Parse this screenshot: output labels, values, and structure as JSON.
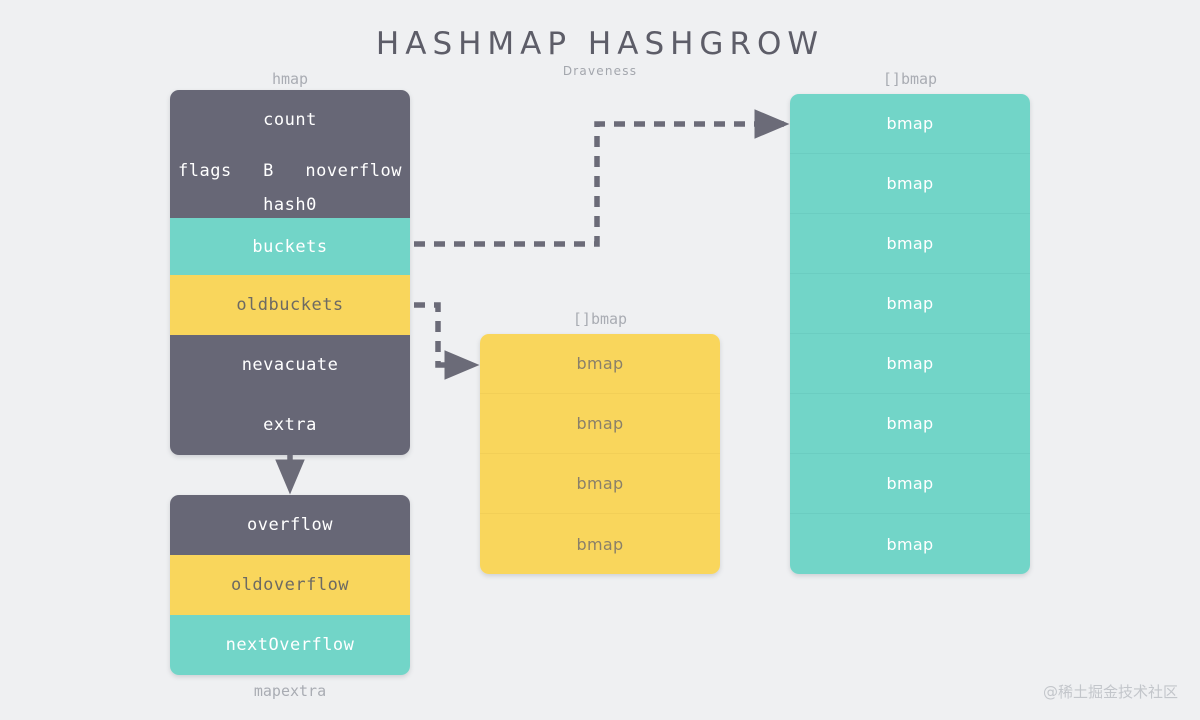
{
  "page": {
    "title": "HASHMAP HASHGROW",
    "subtitle": "Draveness",
    "watermark": "@稀土掘金技术社区",
    "background_color": "#eff0f2"
  },
  "colors": {
    "dark": "#676776",
    "teal": "#72d5c8",
    "yellow": "#f9d65c",
    "arrow": "#6b6b78",
    "caption": "#a9acb3"
  },
  "hmap": {
    "caption": "hmap",
    "fields": [
      {
        "label": "count",
        "style": "dark"
      },
      {
        "label": "flags",
        "style": "dark"
      },
      {
        "label": "B",
        "style": "dark"
      },
      {
        "label": "noverflow",
        "style": "dark"
      },
      {
        "label": "hash0",
        "style": "dark"
      },
      {
        "label": "buckets",
        "style": "teal"
      },
      {
        "label": "oldbuckets",
        "style": "yellow"
      },
      {
        "label": "nevacuate",
        "style": "dark"
      },
      {
        "label": "extra",
        "style": "dark"
      }
    ]
  },
  "mapextra": {
    "caption": "mapextra",
    "fields": [
      {
        "label": "overflow",
        "style": "dark"
      },
      {
        "label": "oldoverflow",
        "style": "yellow"
      },
      {
        "label": "nextOverflow",
        "style": "teal"
      }
    ]
  },
  "old_buckets_array": {
    "caption": "[]bmap",
    "cell_label": "bmap",
    "count": 4,
    "style": "yellow",
    "cells": [
      "bmap",
      "bmap",
      "bmap",
      "bmap"
    ]
  },
  "new_buckets_array": {
    "caption": "[]bmap",
    "cell_label": "bmap",
    "count": 8,
    "style": "teal",
    "cells": [
      "bmap",
      "bmap",
      "bmap",
      "bmap",
      "bmap",
      "bmap",
      "bmap",
      "bmap"
    ]
  },
  "arrows": [
    {
      "name": "buckets-to-new-bmap-array",
      "from": "hmap.buckets",
      "to": "new_buckets_array"
    },
    {
      "name": "oldbuckets-to-old-bmap-array",
      "from": "hmap.oldbuckets",
      "to": "old_buckets_array"
    },
    {
      "name": "extra-to-mapextra",
      "from": "hmap.extra",
      "to": "mapextra"
    }
  ]
}
